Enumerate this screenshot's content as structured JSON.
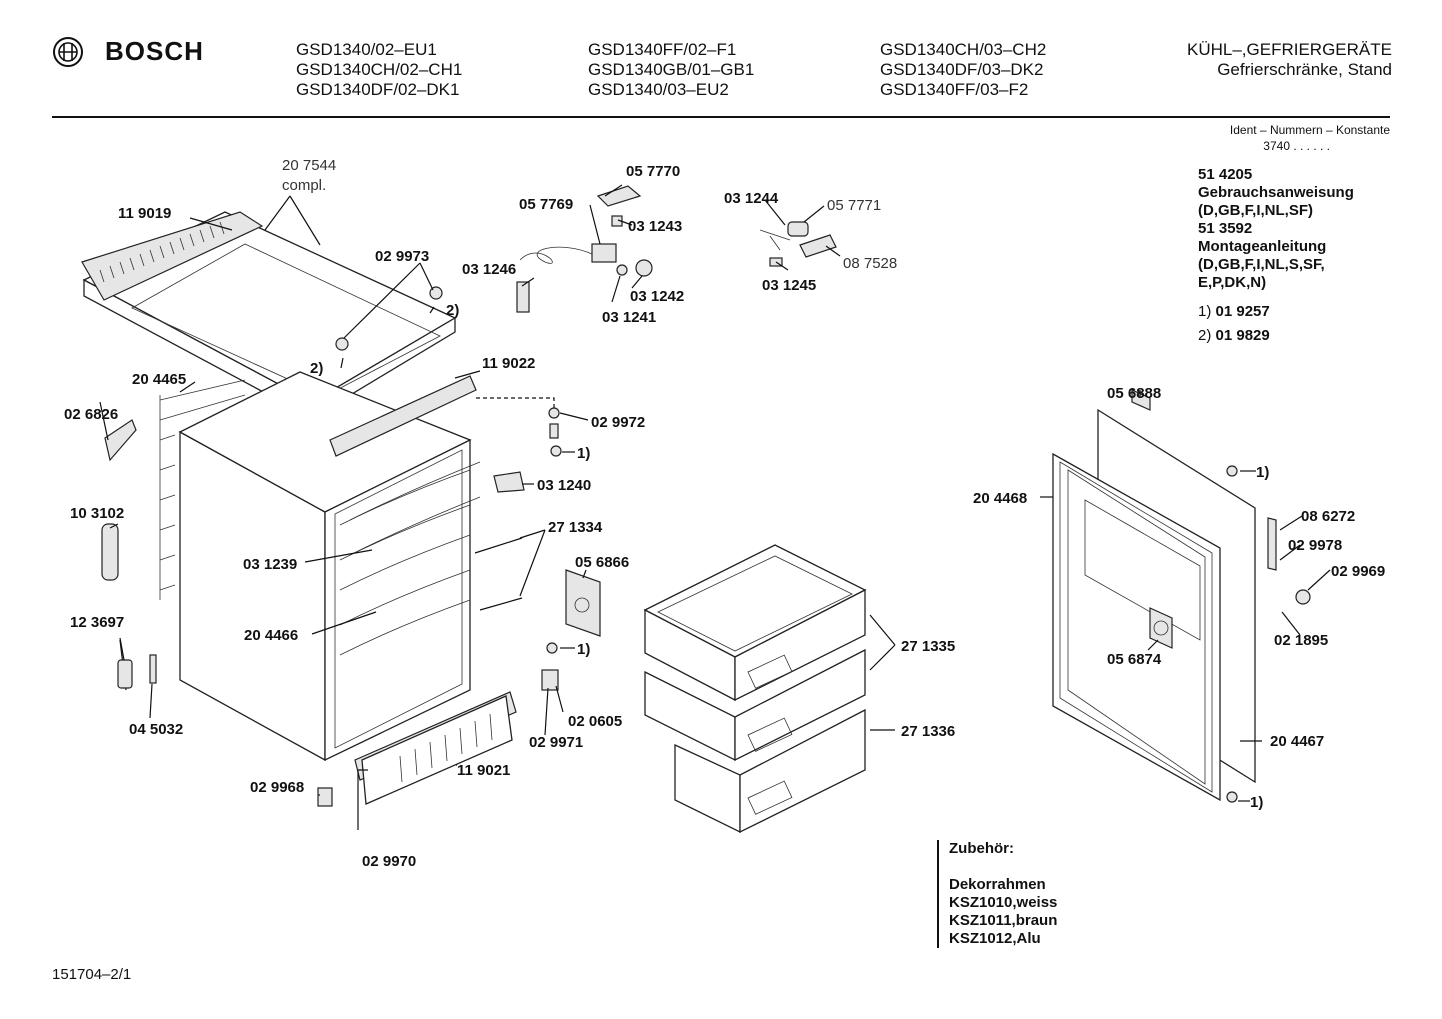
{
  "header": {
    "brand": "BOSCH",
    "models_col1": [
      "GSD1340/02–EU1",
      "GSD1340CH/02–CH1",
      "GSD1340DF/02–DK1"
    ],
    "models_col2": [
      "GSD1340FF/02–F1",
      "GSD1340GB/01–GB1",
      "GSD1340/03–EU2"
    ],
    "models_col3": [
      "GSD1340CH/03–CH2",
      "GSD1340DF/03–DK2",
      "GSD1340FF/03–F2"
    ],
    "category_title": "KÜHL–,GEFRIERGERÄTE",
    "category_sub": "Gefrierschränke, Stand"
  },
  "ident": {
    "label": "Ident – Nummern – Konstante",
    "value": "3740 . . . . . ."
  },
  "documents": {
    "num1": "51 4205",
    "name1": "Gebrauchsanweisung",
    "langs1": "(D,GB,F,I,NL,SF)",
    "num2": "51 3592",
    "name2": "Montageanleitung",
    "langs2a": "(D,GB,F,I,NL,S,SF,",
    "langs2b": "E,P,DK,N)",
    "note1_mark": "1)",
    "note1_part": "01 9257",
    "note2_mark": "2)",
    "note2_part": "01 9829"
  },
  "accessories": {
    "title": "Zubehör:",
    "item_title": "Dekorrahmen",
    "items": [
      "KSZ1010,weiss",
      "KSZ1011,braun",
      "KSZ1012,Alu"
    ]
  },
  "footer": {
    "drawing_no": "151704–2/1"
  },
  "diagram_labels": {
    "l207544": "20 7544",
    "compl": "compl.",
    "l119019": "11 9019",
    "l029973": "02 9973",
    "fn2a": "2)",
    "fn2b": "2)",
    "l057770": "05 7770",
    "l057769": "05 7769",
    "l031243": "03 1243",
    "l031246": "03 1246",
    "l031242": "03 1242",
    "l031241": "03 1241",
    "l031244": "03 1244",
    "l057771": "05 7771",
    "l087528": "08 7528",
    "l031245": "03 1245",
    "l119022": "11 9022",
    "l204465": "20 4465",
    "l026826": "02 6826",
    "l029972": "02 9972",
    "fn1a": "1)",
    "l031240": "03 1240",
    "l103102": "10 3102",
    "l271334": "27 1334",
    "l031239": "03 1239",
    "l056866": "05 6866",
    "l204466": "20 4466",
    "l123697": "12 3697",
    "fn1b": "1)",
    "l271335": "27 1335",
    "l045032": "04 5032",
    "l020605": "02 0605",
    "l029971": "02 9971",
    "l271336": "27 1336",
    "l119021": "11 9021",
    "l029968": "02 9968",
    "l029970": "02 9970",
    "l056888": "05 6888",
    "fn1c": "1)",
    "l204468": "20 4468",
    "l086272": "08 6272",
    "l029978": "02 9978",
    "l029969": "02 9969",
    "l021895": "02 1895",
    "l056874": "05 6874",
    "l204467": "20 4467",
    "fn1d": "1)"
  }
}
